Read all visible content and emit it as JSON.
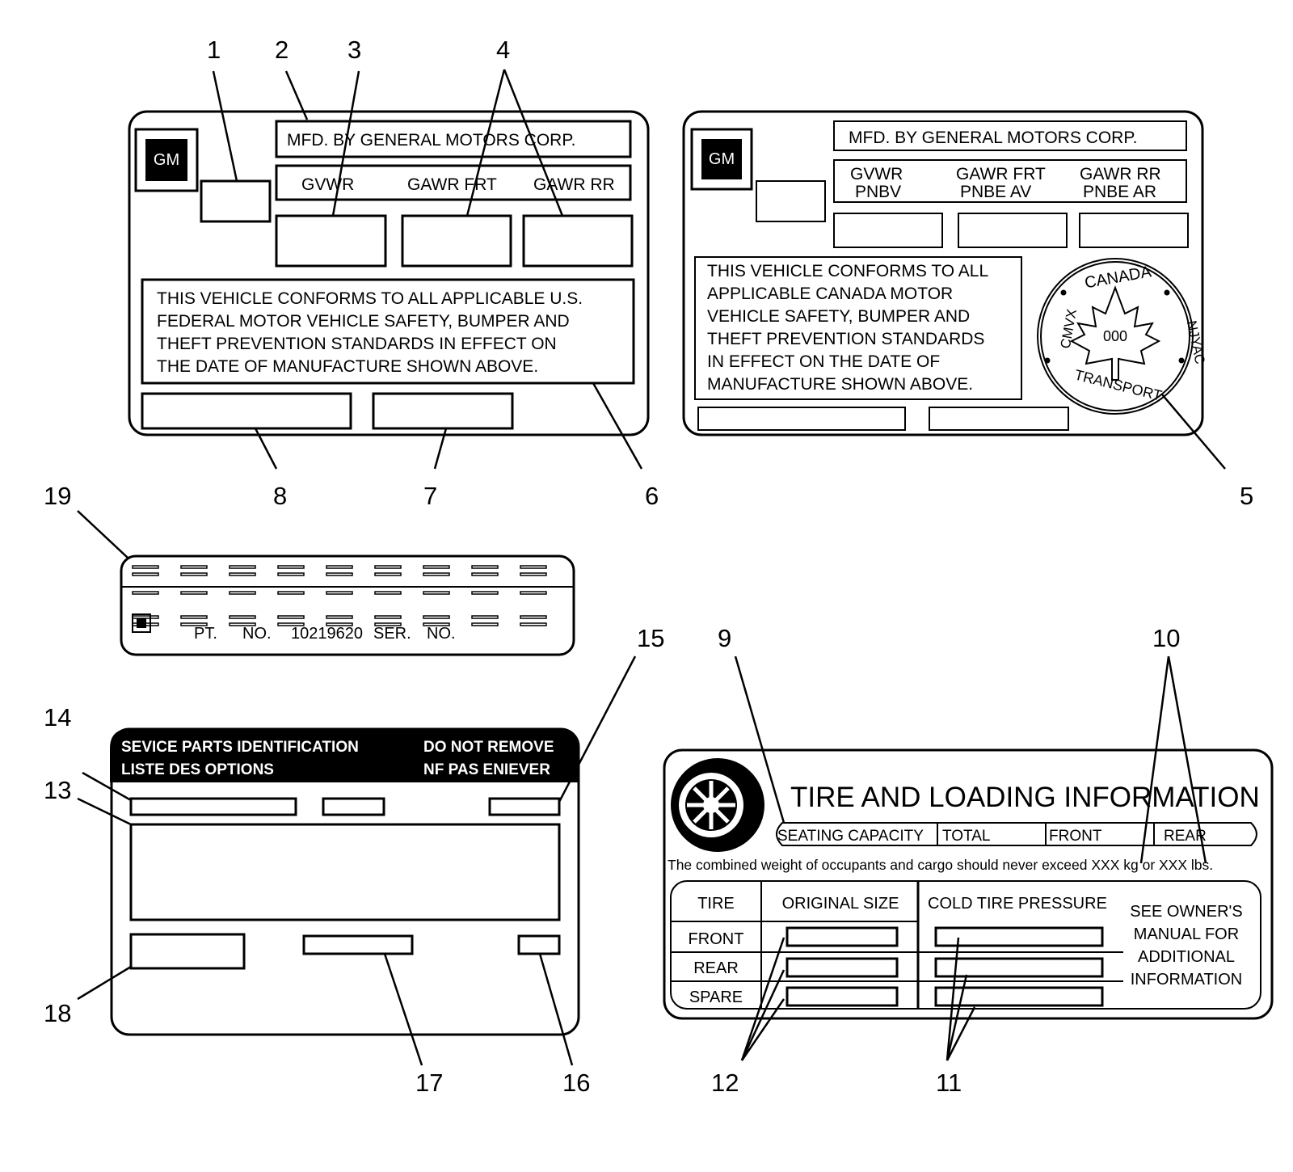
{
  "callouts": {
    "n1": "1",
    "n2": "2",
    "n3": "3",
    "n4": "4",
    "n5": "5",
    "n6": "6",
    "n7": "7",
    "n8": "8",
    "n9": "9",
    "n10": "10",
    "n11": "11",
    "n12": "12",
    "n13": "13",
    "n14": "14",
    "n15": "15",
    "n16": "16",
    "n17": "17",
    "n18": "18",
    "n19": "19"
  },
  "us_label": {
    "logo": "GM",
    "mfd": "MFD. BY GENERAL MOTORS CORP.",
    "gvwr": "GVWR",
    "gawr_frt": "GAWR FRT",
    "gawr_rr": "GAWR RR",
    "statement": [
      "THIS VEHICLE CONFORMS TO ALL APPLICABLE U.S.",
      "FEDERAL MOTOR VEHICLE SAFETY, BUMPER AND",
      "THEFT PREVENTION STANDARDS IN EFFECT ON",
      "THE DATE OF MANUFACTURE SHOWN ABOVE."
    ]
  },
  "canada_label": {
    "logo": "GM",
    "mfd": "MFD. BY GENERAL MOTORS CORP.",
    "gvwr": "GVWR",
    "pnbv": "PNBV",
    "gawr_frt": "GAWR FRT",
    "pnbe_av": "PNBE AV",
    "gawr_rr": "GAWR RR",
    "pnbe_ar": "PNBE AR",
    "statement": [
      "THIS VEHICLE CONFORMS TO ALL",
      "APPLICABLE CANADA MOTOR",
      "VEHICLE SAFETY, BUMPER AND",
      "THEFT PREVENTION STANDARDS",
      "IN EFFECT ON THE DATE OF",
      "MANUFACTURE SHOWN ABOVE."
    ],
    "seal": {
      "top": "CANADA",
      "left": "CMVX",
      "right": "NJYAC",
      "bottom": "TRANSPORT",
      "center": "000"
    }
  },
  "barcode_label": {
    "pt": "PT.",
    "no": "NO.",
    "part_number": "10219620",
    "ser": "SER.",
    "no2": "NO."
  },
  "service_label": {
    "line1_left": "SEVICE PARTS IDENTIFICATION",
    "line2_left": "LISTE DES OPTIONS",
    "line1_right": "DO NOT REMOVE",
    "line2_right": "NF PAS ENIEVER"
  },
  "tire_label": {
    "title": "TIRE AND LOADING INFORMATION",
    "seating": "SEATING CAPACITY",
    "total": "TOTAL",
    "front": "FRONT",
    "rear": "REAR",
    "combined": "The combined weight of occupants and cargo should never exceed XXX kg or XXX lbs.",
    "col_tire": "TIRE",
    "col_size": "ORIGINAL SIZE",
    "col_pressure": "COLD TIRE PRESSURE",
    "row_front": "FRONT",
    "row_rear": "REAR",
    "row_spare": "SPARE",
    "see_owner": [
      "SEE OWNER'S",
      "MANUAL FOR",
      "ADDITIONAL",
      "INFORMATION"
    ]
  }
}
